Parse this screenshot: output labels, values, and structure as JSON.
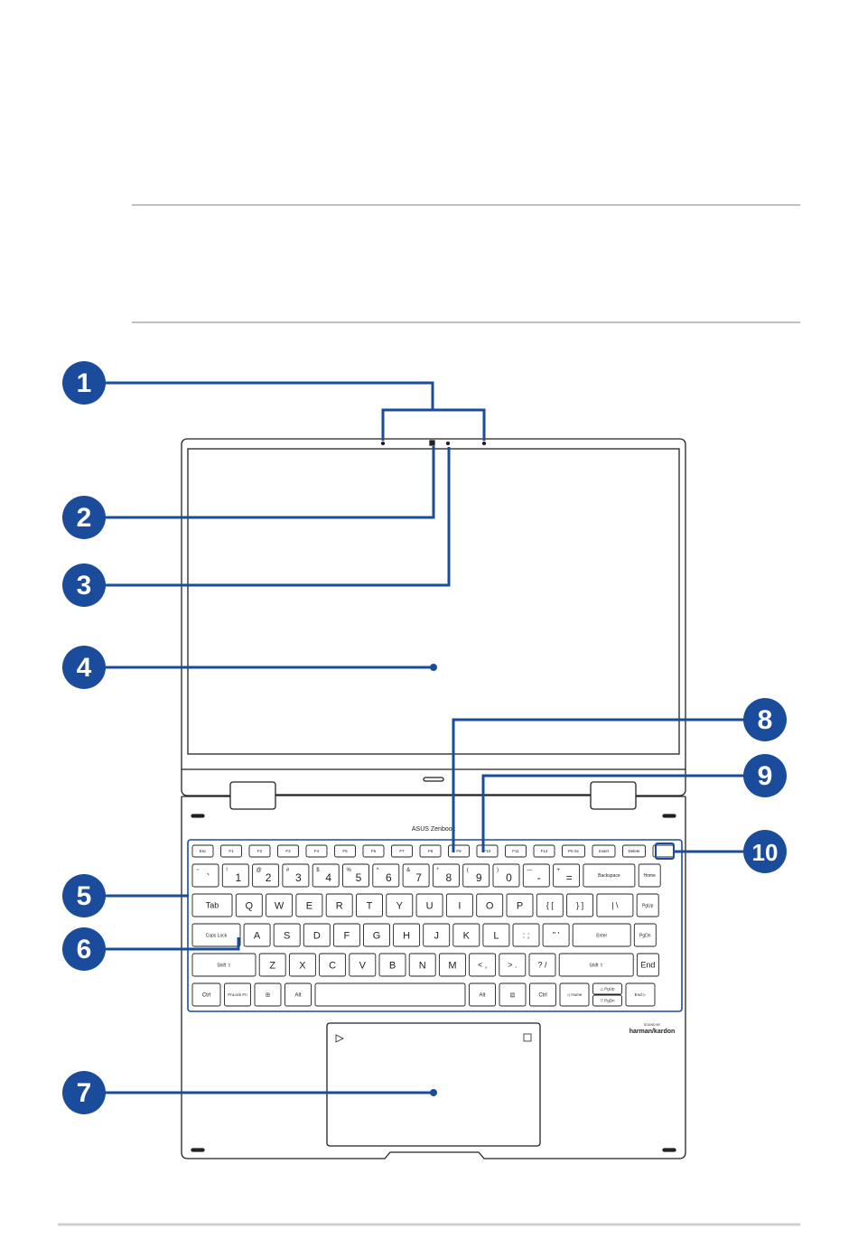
{
  "colors": {
    "callout_fill": "#1b4c9b",
    "callout_line": "#1b4c9b",
    "outline": "#222222",
    "rule": "#9a9a9a",
    "footer_rule": "#d0d0d0"
  },
  "brand": {
    "deck_text": "ASUS Zenbook",
    "audio_small": "SOUND BY",
    "audio_main": "harman/kardon"
  },
  "callouts": [
    {
      "num": "1"
    },
    {
      "num": "2"
    },
    {
      "num": "3"
    },
    {
      "num": "4"
    },
    {
      "num": "5"
    },
    {
      "num": "6"
    },
    {
      "num": "7"
    },
    {
      "num": "8"
    },
    {
      "num": "9"
    },
    {
      "num": "10"
    }
  ],
  "keyboard": {
    "fn_row": [
      "Esc",
      "F1",
      "F2",
      "F3",
      "F4",
      "F5",
      "F6",
      "F7",
      "F8",
      "F9",
      "F10",
      "F11",
      "F12",
      "Prt Sc",
      "Insert",
      "Delete",
      ""
    ],
    "num_row": [
      {
        "top": "~",
        "bot": "`"
      },
      {
        "top": "!",
        "bot": "1"
      },
      {
        "top": "@",
        "bot": "2"
      },
      {
        "top": "#",
        "bot": "3"
      },
      {
        "top": "$",
        "bot": "4"
      },
      {
        "top": "%",
        "bot": "5"
      },
      {
        "top": "^",
        "bot": "6"
      },
      {
        "top": "&",
        "bot": "7"
      },
      {
        "top": "*",
        "bot": "8"
      },
      {
        "top": "(",
        "bot": "9"
      },
      {
        "top": ")",
        "bot": "0"
      },
      {
        "top": "—",
        "bot": "-"
      },
      {
        "top": "+",
        "bot": "="
      },
      {
        "top": "",
        "bot": "Backspace"
      },
      {
        "top": "",
        "bot": "Home"
      }
    ],
    "tab_row": [
      "Tab",
      "Q",
      "W",
      "E",
      "R",
      "T",
      "Y",
      "U",
      "I",
      "O",
      "P",
      "{ [",
      "} ]",
      "| \\",
      "PgUp"
    ],
    "caps_row": [
      "Caps Lock",
      "A",
      "S",
      "D",
      "F",
      "G",
      "H",
      "J",
      "K",
      "L",
      ": ;",
      "\" '",
      "Enter",
      "PgDn"
    ],
    "shift_row": [
      "Shift ⇧",
      "Z",
      "X",
      "C",
      "V",
      "B",
      "N",
      "M",
      "< ,",
      "> .",
      "? /",
      "Shift ⇧",
      "End"
    ],
    "bottom_row": [
      "Ctrl",
      "FnLock Fn",
      "⊞",
      "Alt",
      "",
      "Alt",
      "▤",
      "Ctrl",
      "◁ Home",
      "△ PgUp",
      "▽ PgDn",
      "End ▷"
    ]
  }
}
